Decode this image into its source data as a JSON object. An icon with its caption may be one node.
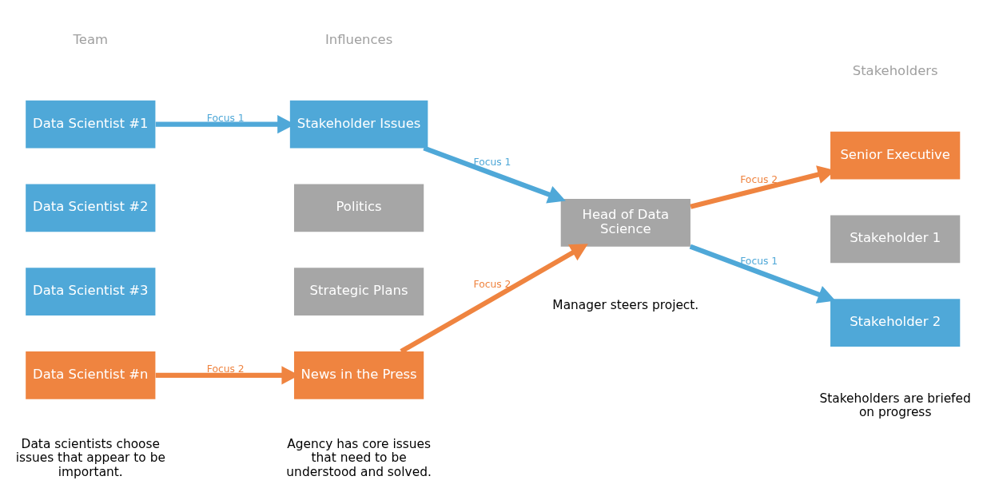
{
  "diagram": {
    "nodes": [
      {
        "text": [
          "Data Scientist #1"
        ]
      },
      {
        "text": [
          "Data Scientist #2"
        ]
      },
      {
        "text": [
          "Data Scientist #3"
        ]
      },
      {
        "text": [
          "Data Scientist #n"
        ]
      },
      {
        "text": [
          "Stakeholder Issues"
        ]
      },
      {
        "text": [
          "Politics"
        ]
      },
      {
        "text": [
          "Strategic Plans"
        ]
      },
      {
        "text": [
          "News in the Press"
        ]
      },
      {
        "text": [
          "Head of Data Science"
        ]
      },
      {
        "text": [
          "Senior Executive"
        ]
      },
      {
        "text": [
          "Stakeholder 1"
        ]
      },
      {
        "text": [
          "Stakeholder 2"
        ]
      }
    ],
    "edges": [
      {
        "from": 0,
        "to": 4,
        "arrow": "to",
        "label": "Focus 1",
        "color": "#4fa8d8"
      },
      {
        "from": 3,
        "to": 7,
        "arrow": "to",
        "label": "Focus 2",
        "color": "#ef8440"
      },
      {
        "from": 4,
        "to": 8,
        "arrow": "to",
        "label": "Focus 1",
        "color": "#4fa8d8"
      },
      {
        "from": 7,
        "to": 8,
        "arrow": "to",
        "label": "Focus 2",
        "color": "#ef8440"
      },
      {
        "from": 8,
        "to": 9,
        "arrow": "to",
        "label": "Focus 2",
        "color": "#ef8440"
      },
      {
        "from": 8,
        "to": 11,
        "arrow": "to",
        "label": "Focus 1",
        "color": "#4fa8d8"
      }
    ],
    "labels": [
      "Team",
      "Influences",
      "Stakeholders",
      "Data scientists choose issues that appear to be important.",
      "Agency has core issues that need to be understood and solved.",
      "Manager steers project.",
      "Stakeholders are briefed on progress"
    ]
  }
}
